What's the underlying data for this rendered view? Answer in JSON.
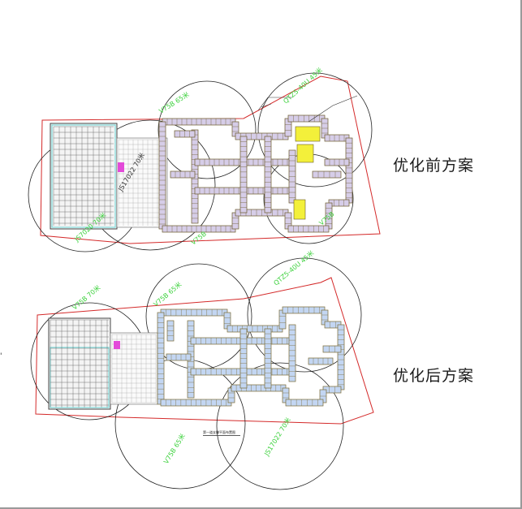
{
  "labels": {
    "top_scheme": "优化前方案",
    "bottom_scheme": "优化后方案"
  },
  "top_plan": {
    "crane_labels": [
      "V75B 65米",
      "JS7020 70米",
      "V75B",
      "JS17022 70米",
      "QTZ5-40U 45米",
      "V75B"
    ]
  },
  "bottom_plan": {
    "crane_labels": [
      "V75B 70米",
      "V75B 65米",
      "QTZ5-40U 45米",
      "V75B 65米",
      "JS17022 70米"
    ],
    "title_note": "第一道支撑平面布置图"
  },
  "colors": {
    "boundary": "#d42a2a",
    "crane_text": "#3bd13b",
    "beam_outline": "#6b5a2a",
    "beam_fill_top": "#b7b7e6",
    "beam_fill_bottom": "#a9c6ee",
    "highlight": "#f3f03a"
  }
}
